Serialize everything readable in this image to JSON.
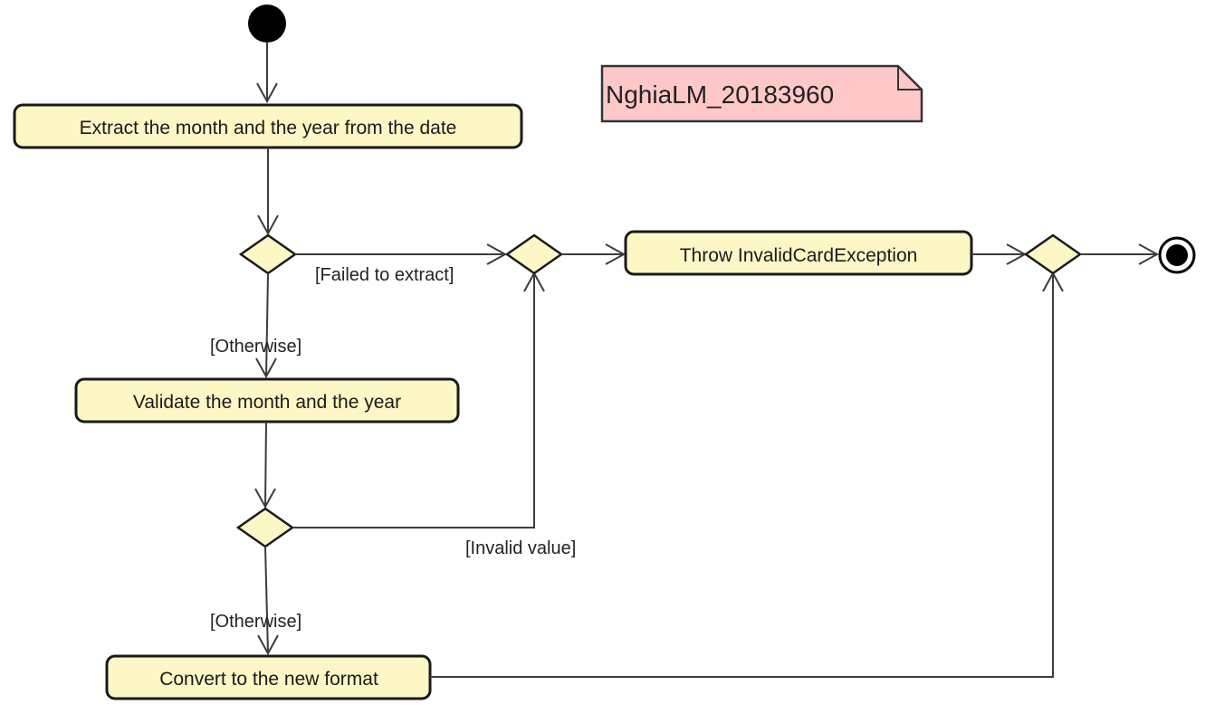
{
  "note": {
    "text": "NghiaLM_20183960"
  },
  "actions": {
    "extract": "Extract the month and the year from the date",
    "validate": "Validate the month and the year",
    "convert": "Convert to the new format",
    "throw": "Throw InvalidCardException"
  },
  "guards": {
    "failed_to_extract": "[Failed to extract]",
    "otherwise_1": "[Otherwise]",
    "invalid_value": "[Invalid value]",
    "otherwise_2": "[Otherwise]"
  },
  "colors": {
    "action_fill": "#fdf7c6",
    "note_fill": "#ffc8c8",
    "line": "#3c3c3c"
  }
}
